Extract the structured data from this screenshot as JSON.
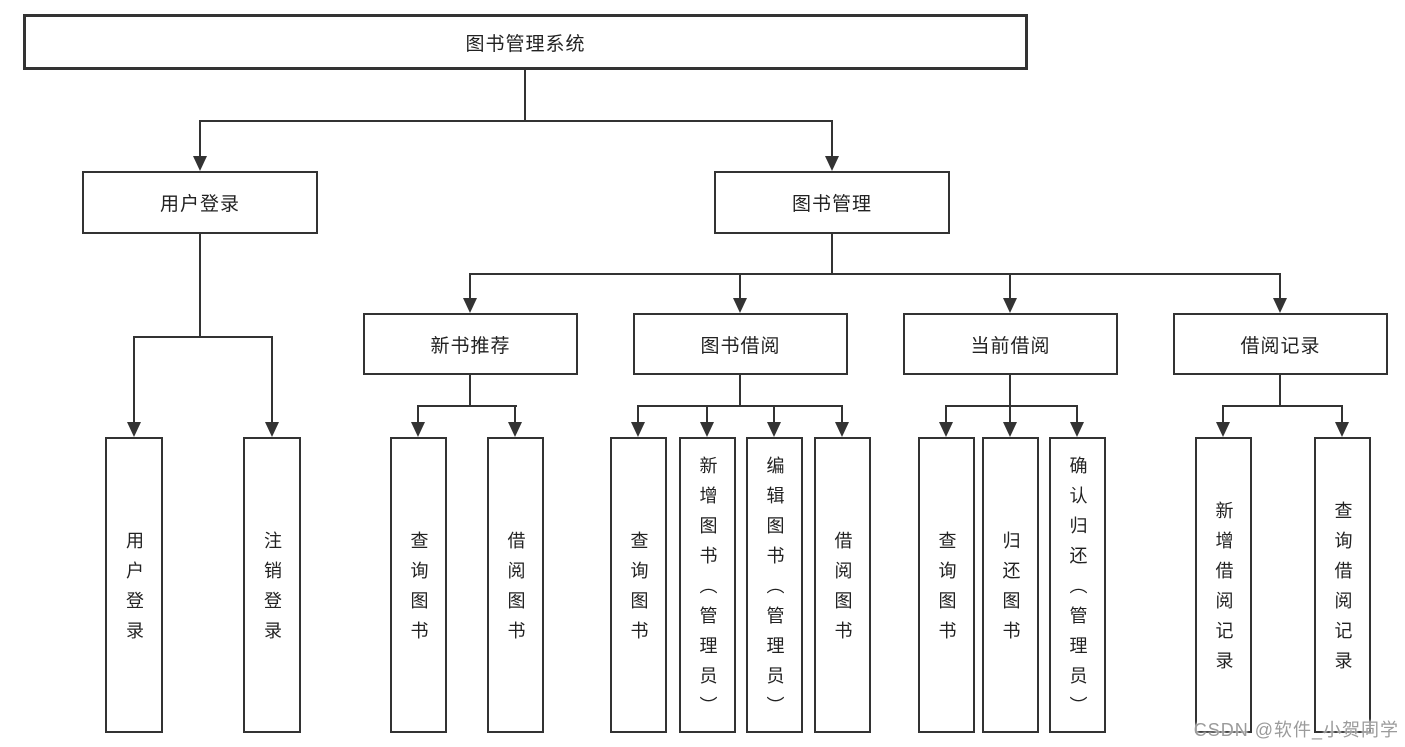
{
  "diagram_title": "图书管理系统",
  "tree": {
    "root": {
      "label": "图书管理系统"
    },
    "branches": [
      {
        "label": "用户登录",
        "children": [
          {
            "label": "用户登录"
          },
          {
            "label": "注销登录"
          }
        ]
      },
      {
        "label": "图书管理",
        "groups": [
          {
            "label": "新书推荐",
            "children": [
              {
                "label": "查询图书"
              },
              {
                "label": "借阅图书"
              }
            ]
          },
          {
            "label": "图书借阅",
            "children": [
              {
                "label": "查询图书"
              },
              {
                "label": "新增图书（管理员）"
              },
              {
                "label": "编辑图书（管理员）"
              },
              {
                "label": "借阅图书"
              }
            ]
          },
          {
            "label": "当前借阅",
            "children": [
              {
                "label": "查询图书"
              },
              {
                "label": "归还图书"
              },
              {
                "label": "确认归还（管理员）"
              }
            ]
          },
          {
            "label": "借阅记录",
            "children": [
              {
                "label": "新增借阅记录"
              },
              {
                "label": "查询借阅记录"
              }
            ]
          }
        ]
      }
    ]
  },
  "colors": {
    "line": "#333333",
    "text": "#222222",
    "background": "#ffffff",
    "watermark": "#9b9b9b"
  },
  "watermark": {
    "text": "CSDN @软件_小贺同学"
  }
}
